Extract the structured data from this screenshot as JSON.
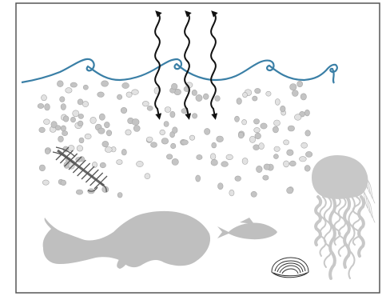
{
  "diagram": {
    "elements": [
      {
        "name": "ocean-surface-wave",
        "kind": "wave",
        "color": "#3a7fa6"
      },
      {
        "name": "sunlight-arrows",
        "kind": "wavy-double-arrow",
        "count": 3,
        "color": "#111111"
      },
      {
        "name": "suspended-particles",
        "kind": "particle-field",
        "color": "#bdbdbd"
      },
      {
        "name": "copepod",
        "kind": "organism-icon",
        "color": "#555555"
      },
      {
        "name": "whale",
        "kind": "silhouette",
        "color": "#bfbfbf"
      },
      {
        "name": "fish",
        "kind": "silhouette",
        "color": "#bfbfbf"
      },
      {
        "name": "jellyfish",
        "kind": "silhouette",
        "color": "#c8c8c8"
      },
      {
        "name": "clam-shell",
        "kind": "organism-icon",
        "color": "#333333"
      }
    ],
    "frame_color": "#555555"
  }
}
